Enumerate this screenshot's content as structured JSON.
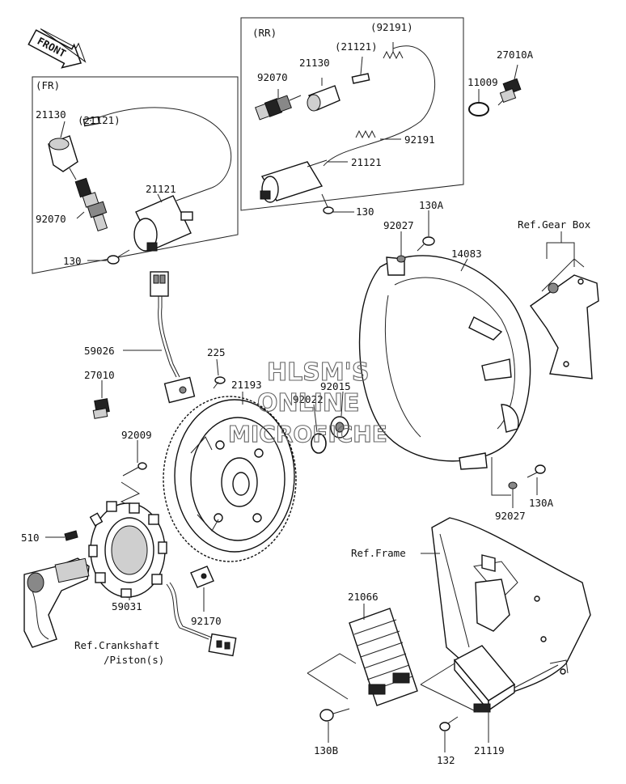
{
  "watermark": [
    "HLSM'S",
    "ONLINE",
    "MICROFICHE"
  ],
  "front_label": "FRONT",
  "boxes": {
    "fr": "(FR)",
    "rr": "(RR)"
  },
  "refs": {
    "gear_box": "Ref.Gear Box",
    "frame": "Ref.Frame",
    "crankshaft_1": "Ref.Crankshaft",
    "crankshaft_2": "/Piston(s)"
  },
  "labels": {
    "fr_21121_top": "(21121)",
    "fr_21130": "21130",
    "fr_21121_coil": "21121",
    "fr_92070": "92070",
    "fr_130": "130",
    "rr_92191_top": "(92191)",
    "rr_21121_top": "(21121)",
    "rr_21130": "21130",
    "rr_92070": "92070",
    "rr_92191": "92191",
    "rr_21121": "21121",
    "rr_130": "130",
    "p11009": "11009",
    "p27010A": "27010A",
    "p130A_top": "130A",
    "p92027_top": "92027",
    "p14083": "14083",
    "p59026": "59026",
    "p225": "225",
    "p27010": "27010",
    "p21193": "21193",
    "p92022": "92022",
    "p92015": "92015",
    "p92009": "92009",
    "p510": "510",
    "p59031": "59031",
    "p92170": "92170",
    "p130A_bot": "130A",
    "p92027_bot": "92027",
    "p21066": "21066",
    "p130B": "130B",
    "p132": "132",
    "p21119": "21119"
  }
}
